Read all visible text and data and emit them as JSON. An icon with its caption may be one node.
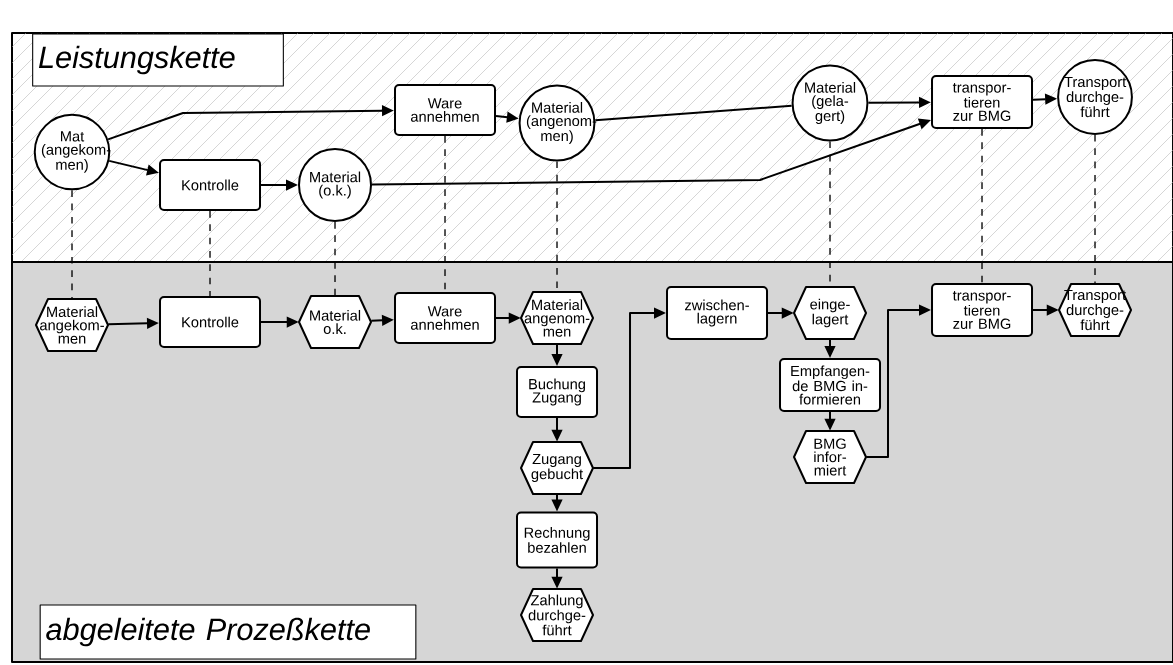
{
  "diagram": {
    "nodes": [
      {
        "text": [
          "Leistungskette"
        ]
      },
      {
        "text": [
          "Mat (angekom- men)"
        ]
      },
      {
        "text": [
          "Kontrolle"
        ]
      },
      {
        "text": [
          "Material (o.k.)"
        ]
      },
      {
        "text": [
          "Ware annehmen"
        ]
      },
      {
        "text": [
          "Material (angenom- men)"
        ]
      },
      {
        "text": [
          "Material (gela- gert)"
        ]
      },
      {
        "text": [
          "transpor- tieren zur BMG"
        ]
      },
      {
        "text": [
          "Transport durchge- führt"
        ]
      },
      {
        "text": [
          "Material angekom- men"
        ]
      },
      {
        "text": [
          "Kontrolle"
        ]
      },
      {
        "text": [
          "Material o.k."
        ]
      },
      {
        "text": [
          "Ware annehmen"
        ]
      },
      {
        "text": [
          "Material angenom- men"
        ]
      },
      {
        "text": [
          "Buchung Zugang"
        ]
      },
      {
        "text": [
          "Zugang gebucht"
        ]
      },
      {
        "text": [
          "Rechnung bezahlen"
        ]
      },
      {
        "text": [
          "Zahlung durchge- führt"
        ]
      },
      {
        "text": [
          "zwischen- lagern"
        ]
      },
      {
        "text": [
          "einge- lagert"
        ]
      },
      {
        "text": [
          "Empfangen- de BMG in- formieren"
        ]
      },
      {
        "text": [
          "BMG infor- miert"
        ]
      },
      {
        "text": [
          "transpor- tieren zur BMG"
        ]
      },
      {
        "text": [
          "Transport durchge- führt"
        ]
      },
      {
        "text": [
          "abgeleitete Prozeßkette"
        ]
      }
    ],
    "edges": [
      {
        "from": 1,
        "to": 4,
        "arrow": "to"
      },
      {
        "from": 1,
        "to": 2,
        "arrow": "to"
      },
      {
        "from": 2,
        "to": 3,
        "arrow": "to"
      },
      {
        "from": 4,
        "to": 5,
        "arrow": "to"
      },
      {
        "from": 5,
        "to": 6,
        "arrow": "none"
      },
      {
        "from": 6,
        "to": 7,
        "arrow": "to"
      },
      {
        "from": 3,
        "to": 7,
        "arrow": "to"
      },
      {
        "from": 7,
        "to": 8,
        "arrow": "to"
      },
      {
        "from": 9,
        "to": 10,
        "arrow": "to"
      },
      {
        "from": 10,
        "to": 11,
        "arrow": "to"
      },
      {
        "from": 11,
        "to": 12,
        "arrow": "to"
      },
      {
        "from": 12,
        "to": 13,
        "arrow": "to"
      },
      {
        "from": 13,
        "to": 14,
        "arrow": "to"
      },
      {
        "from": 14,
        "to": 15,
        "arrow": "to"
      },
      {
        "from": 15,
        "to": 16,
        "arrow": "to"
      },
      {
        "from": 16,
        "to": 17,
        "arrow": "to"
      },
      {
        "from": 15,
        "to": 18,
        "arrow": "to"
      },
      {
        "from": 18,
        "to": 19,
        "arrow": "to"
      },
      {
        "from": 19,
        "to": 20,
        "arrow": "to"
      },
      {
        "from": 20,
        "to": 21,
        "arrow": "to"
      },
      {
        "from": 21,
        "to": 22,
        "arrow": "to"
      },
      {
        "from": 22,
        "to": 23,
        "arrow": "to"
      },
      {
        "from": 1,
        "to": 9,
        "arrow": "none",
        "style": "dashed"
      },
      {
        "from": 2,
        "to": 10,
        "arrow": "none",
        "style": "dashed"
      },
      {
        "from": 3,
        "to": 11,
        "arrow": "none",
        "style": "dashed"
      },
      {
        "from": 4,
        "to": 12,
        "arrow": "none",
        "style": "dashed"
      },
      {
        "from": 5,
        "to": 13,
        "arrow": "none",
        "style": "dashed"
      },
      {
        "from": 6,
        "to": 19,
        "arrow": "none",
        "style": "dashed"
      },
      {
        "from": 7,
        "to": 22,
        "arrow": "none",
        "style": "dashed"
      },
      {
        "from": 8,
        "to": 23,
        "arrow": "none",
        "style": "dashed"
      }
    ]
  }
}
